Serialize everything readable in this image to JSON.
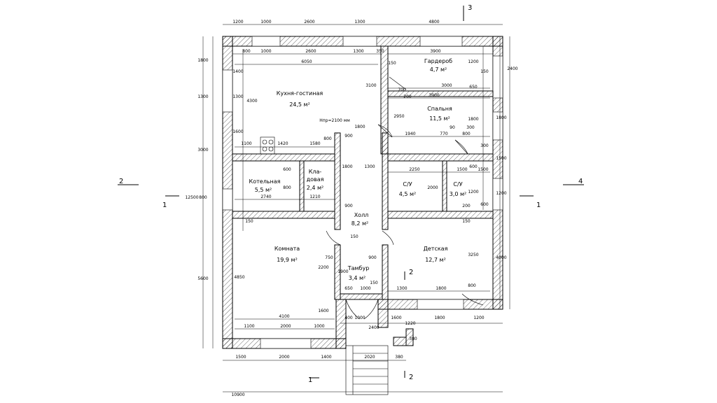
{
  "rooms": {
    "kitchen": {
      "name": "Кухня-гостиная",
      "area": "24,5 м²"
    },
    "wardrobe": {
      "name": "Гардероб",
      "area": "4,7 м²"
    },
    "bedroom": {
      "name": "Спальня",
      "area": "11,5 м²"
    },
    "boiler": {
      "name": "Котельная",
      "area": "5,5 м²"
    },
    "pantry_1": {
      "name": "Кла-",
      "area": "2,4 м²"
    },
    "pantry_2": {
      "name": "довая"
    },
    "bath_1": {
      "name": "С/У",
      "area": "4,5 м²"
    },
    "bath_2": {
      "name": "С/У",
      "area": "3,0 м²"
    },
    "hall": {
      "name": "Холл",
      "area": "8,2 м²"
    },
    "room": {
      "name": "Комната",
      "area": "19,9 м²"
    },
    "nursery": {
      "name": "Детская",
      "area": "12,7 м²"
    },
    "vestibule": {
      "name": "Тамбур",
      "area": "3,4 м²"
    }
  },
  "annotations": {
    "stair_height": "Hпр=2100 мм"
  },
  "axes": {
    "a1": "1",
    "a2": "2",
    "a3": "3",
    "a4": "4"
  },
  "dims": {
    "top_outer": [
      "1200",
      "1000",
      "2600",
      "1300",
      "4800"
    ],
    "top_inner": [
      "800",
      "1000",
      "2600",
      "1300",
      "350",
      "3900"
    ],
    "kitchen_w": "6050",
    "wardrobe_w": "3000",
    "wardrobe_w2": "3900",
    "bedroom_row": [
      "1940",
      "770",
      "90",
      "300",
      "800"
    ],
    "kitchen_bottom": [
      "1100",
      "1420",
      "1580",
      "800"
    ],
    "boiler_w": "2740",
    "pantry_w": "1210",
    "bath_w": "2250",
    "bath2_w": "1500",
    "kitchen_h": "4300",
    "kitchen_h2": "3100",
    "bedroom_h": "2950",
    "door_1800": "1800",
    "left_outer": [
      "1800",
      "1300",
      "3000",
      "800",
      "5600"
    ],
    "left_total": "12500",
    "left_inner": [
      "1400",
      "1300",
      "1600"
    ],
    "right_outer": [
      "2400",
      "1800",
      "1500",
      "1200",
      "4000"
    ],
    "right_inner": [
      "1200",
      "150",
      "650",
      "1800",
      "300",
      "600",
      "1200",
      "600",
      "200"
    ],
    "room_h": "4850",
    "room_h2": "2200",
    "room_door": "1600",
    "nursery_h": "3250",
    "room_bottom": [
      "1100",
      "2000",
      "1000"
    ],
    "room_w": "4100",
    "nursery_row": [
      "1300",
      "1800",
      "800"
    ],
    "vestibule_row": [
      "650",
      "1000",
      "150"
    ],
    "vestibule_h": "1900",
    "porch_row": [
      "400",
      "1000",
      "1600",
      "1800",
      "1200"
    ],
    "porch_w": "2400",
    "porch_h": [
      "1220",
      "380"
    ],
    "bottom_outer": [
      "1500",
      "2000",
      "1400",
      "2020",
      "380"
    ],
    "bottom_total": "10900",
    "small": [
      "150",
      "600",
      "900",
      "800",
      "1800",
      "1300",
      "2000",
      "900",
      "750",
      "150",
      "900",
      "200",
      "700",
      "1500",
      "150",
      "150"
    ]
  }
}
